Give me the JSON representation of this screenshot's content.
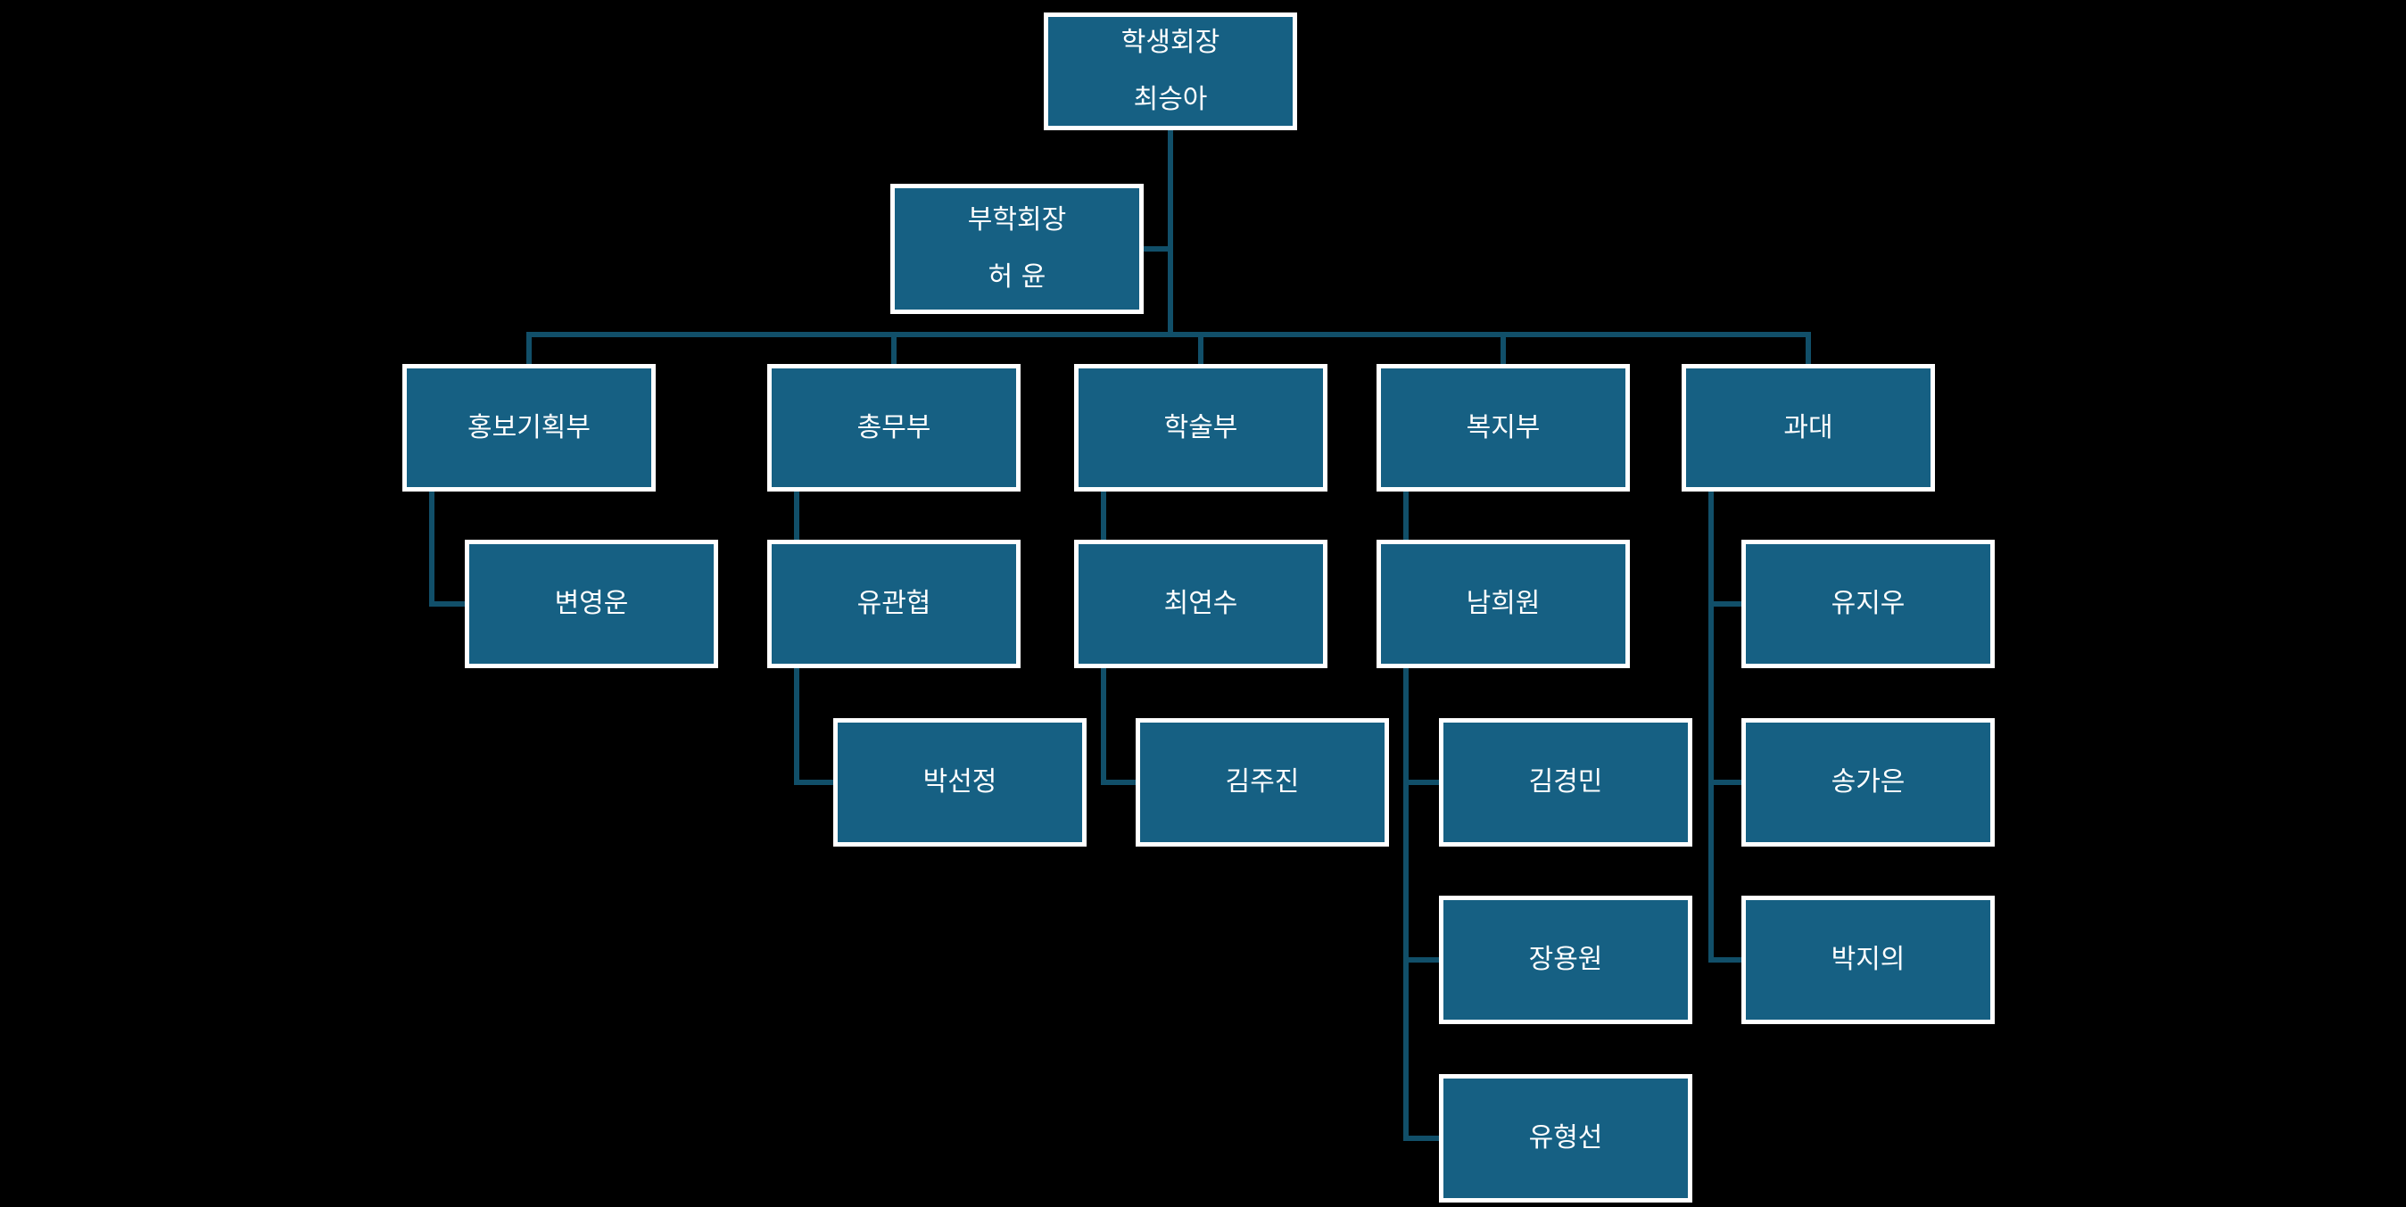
{
  "colors": {
    "background": "#000000",
    "node_fill": "#166083",
    "node_border": "#FFFFFF",
    "connector": "#114F69",
    "text": "#FFFFFF"
  },
  "org": {
    "president": {
      "title": "학생회장",
      "name": "최승아"
    },
    "vice_president": {
      "title": "부학회장",
      "name": "허 윤"
    },
    "departments": [
      {
        "label": "홍보기획부",
        "members": [
          "변영운"
        ]
      },
      {
        "label": "총무부",
        "members": [
          "유관협",
          "박선정"
        ]
      },
      {
        "label": "학술부",
        "members": [
          "최연수",
          "김주진"
        ]
      },
      {
        "label": "복지부",
        "members": [
          "남희원",
          "김경민",
          "장용원",
          "유형선"
        ]
      },
      {
        "label": "과대",
        "members": [
          "유지우",
          "송가은",
          "박지의"
        ]
      }
    ]
  }
}
